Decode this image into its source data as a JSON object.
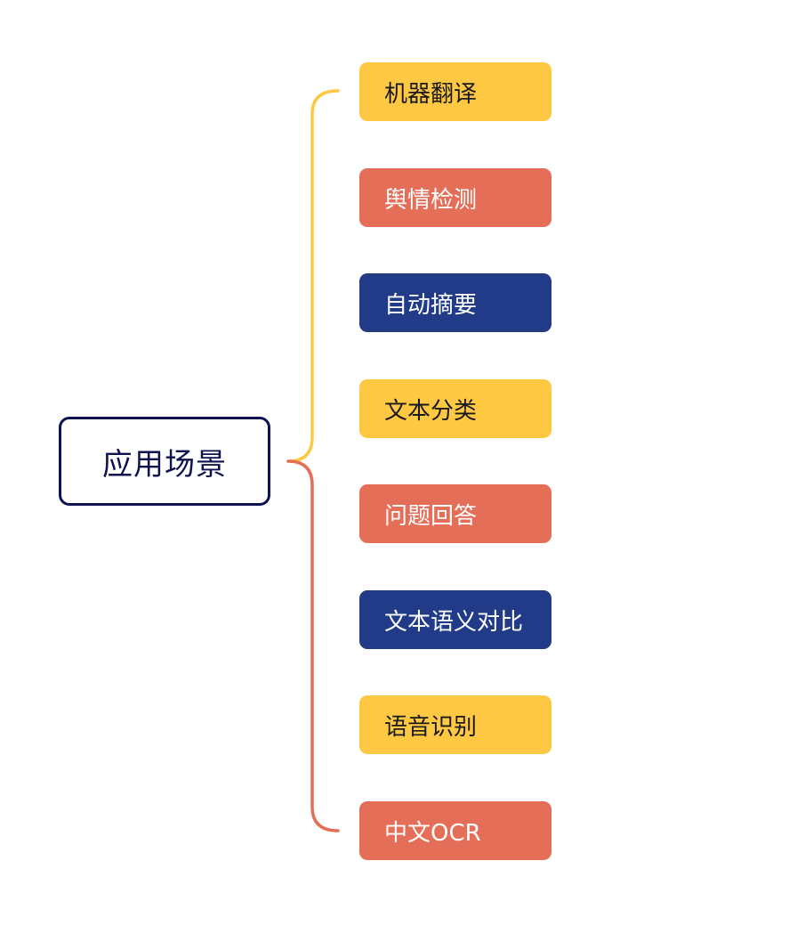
{
  "root": {
    "label": "应用场景"
  },
  "colors": {
    "yellow": "#ffc843",
    "coral": "#e56e58",
    "navy": "#213b88",
    "root_border": "#0f1250"
  },
  "branches": [
    {
      "label": "机器翻译",
      "color": "yellow"
    },
    {
      "label": "舆情检测",
      "color": "coral"
    },
    {
      "label": "自动摘要",
      "color": "navy"
    },
    {
      "label": "文本分类",
      "color": "yellow"
    },
    {
      "label": "问题回答",
      "color": "coral"
    },
    {
      "label": "文本语义对比",
      "color": "navy"
    },
    {
      "label": "语音识别",
      "color": "yellow"
    },
    {
      "label": "中文OCR",
      "color": "coral"
    }
  ]
}
